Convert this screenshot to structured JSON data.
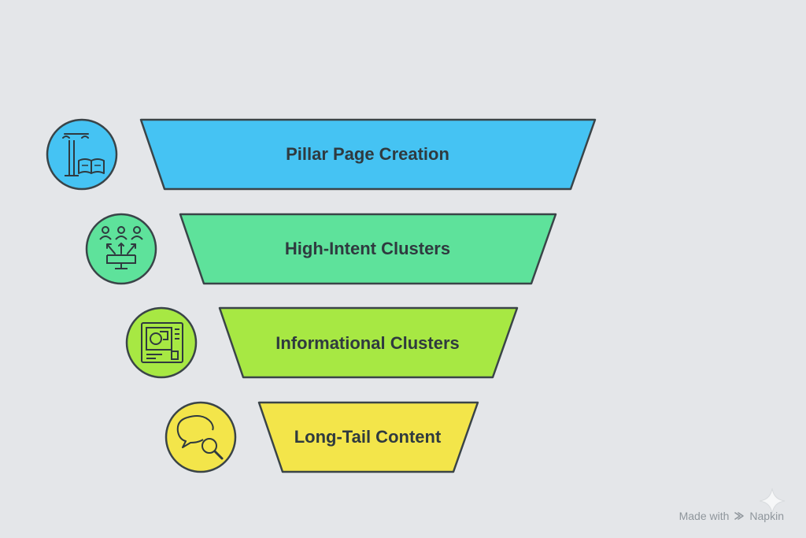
{
  "funnel": {
    "tiers": [
      {
        "label": "Pillar Page Creation",
        "icon": "pillar-book-icon",
        "color": "#45c3f3"
      },
      {
        "label": "High-Intent Clusters",
        "icon": "users-network-icon",
        "color": "#5ee29b"
      },
      {
        "label": "Informational Clusters",
        "icon": "document-search-icon",
        "color": "#a7e843"
      },
      {
        "label": "Long-Tail Content",
        "icon": "chat-search-icon",
        "color": "#f3e54a"
      }
    ]
  },
  "watermark": {
    "made_with": "Made with",
    "brand": "Napkin"
  }
}
